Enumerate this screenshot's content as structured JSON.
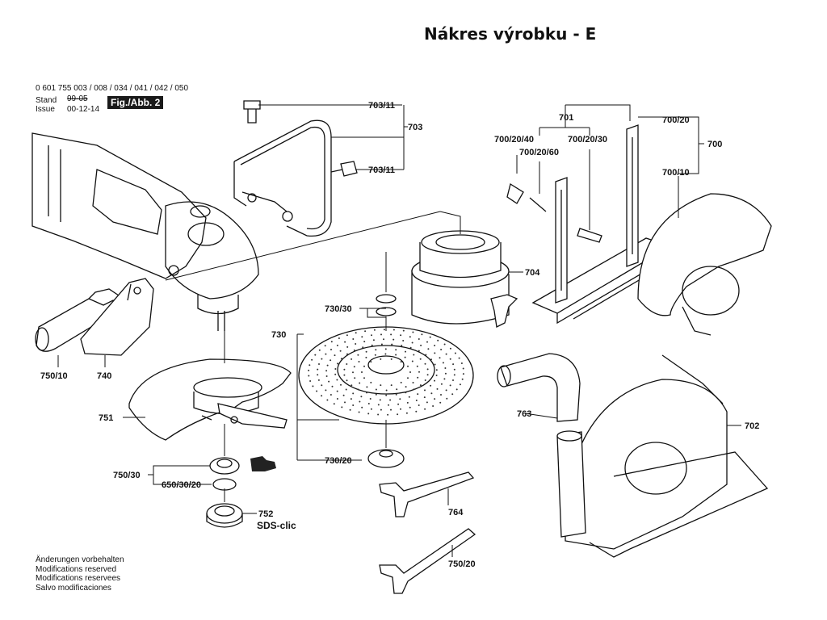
{
  "title": "Nákres výrobku - E",
  "header": {
    "model_numbers": "0 601 755 003 / 008 / 034 / 041 / 042 / 050",
    "stand_label": "Stand",
    "stand_value": "99-05",
    "issue_label": "Issue",
    "issue_value": "00-12-14",
    "figure_label": "Fig./Abb. 2"
  },
  "notes": [
    "Änderungen vorbehalten",
    "Modifications reserved",
    "Modifications reservees",
    "Salvo modificaciones"
  ],
  "sds_label": "SDS-clic",
  "part_labels": {
    "p703_11a": "703/11",
    "p703": "703",
    "p703_11b": "703/11",
    "p701": "701",
    "p700_20": "700/20",
    "p700": "700",
    "p700_20_40": "700/20/40",
    "p700_20_60": "700/20/60",
    "p700_20_30": "700/20/30",
    "p700_10": "700/10",
    "p704": "704",
    "p730_30": "730/30",
    "p730": "730",
    "p750_10": "750/10",
    "p740": "740",
    "p751": "751",
    "p763": "763",
    "p702": "702",
    "p730_20": "730/20",
    "p750_30": "750/30",
    "p650_30_20": "650/30/20",
    "p752": "752",
    "p764": "764",
    "p750_20": "750/20"
  }
}
